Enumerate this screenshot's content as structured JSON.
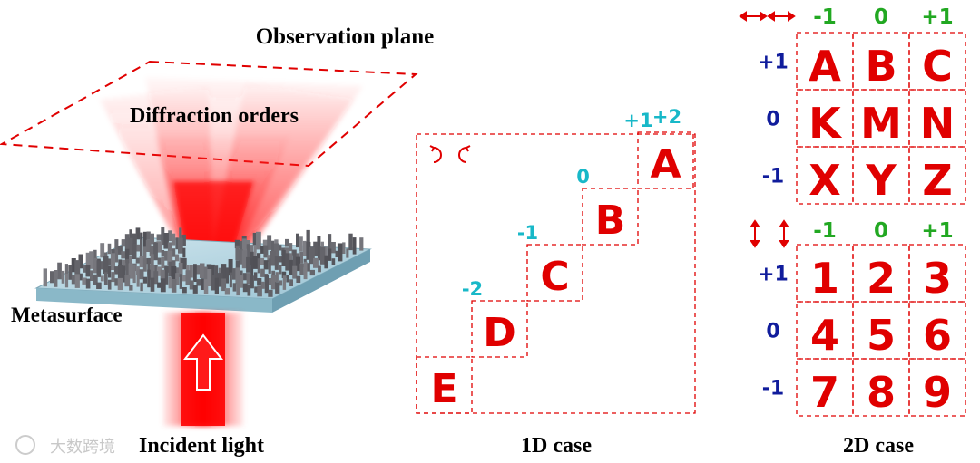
{
  "left": {
    "observation_plane": "Observation plane",
    "diffraction_orders": "Diffraction orders",
    "metasurface": "Metasurface",
    "incident_light": "Incident light",
    "watermark": "大数跨境"
  },
  "oned": {
    "caption": "1D case",
    "steps": [
      {
        "letter": "E",
        "order": ""
      },
      {
        "letter": "D",
        "order": "-2"
      },
      {
        "letter": "C",
        "order": "-1"
      },
      {
        "letter": "B",
        "order": "0"
      },
      {
        "letter": "A",
        "order": "+1"
      }
    ],
    "top_order": "+2"
  },
  "twod": {
    "caption": "2D case",
    "col_orders": [
      "-1",
      "0",
      "+1"
    ],
    "row_orders": [
      "+1",
      "0",
      "-1"
    ],
    "grid_letters": [
      [
        "A",
        "B",
        "C"
      ],
      [
        "K",
        "M",
        "N"
      ],
      [
        "X",
        "Y",
        "Z"
      ]
    ],
    "grid_numbers": [
      [
        "1",
        "2",
        "3"
      ],
      [
        "4",
        "5",
        "6"
      ],
      [
        "7",
        "8",
        "9"
      ]
    ]
  },
  "colors": {
    "red": "#e00000",
    "cyan": "#18b8c8",
    "green": "#22a822",
    "blue": "#101c9c",
    "black": "#000000"
  }
}
